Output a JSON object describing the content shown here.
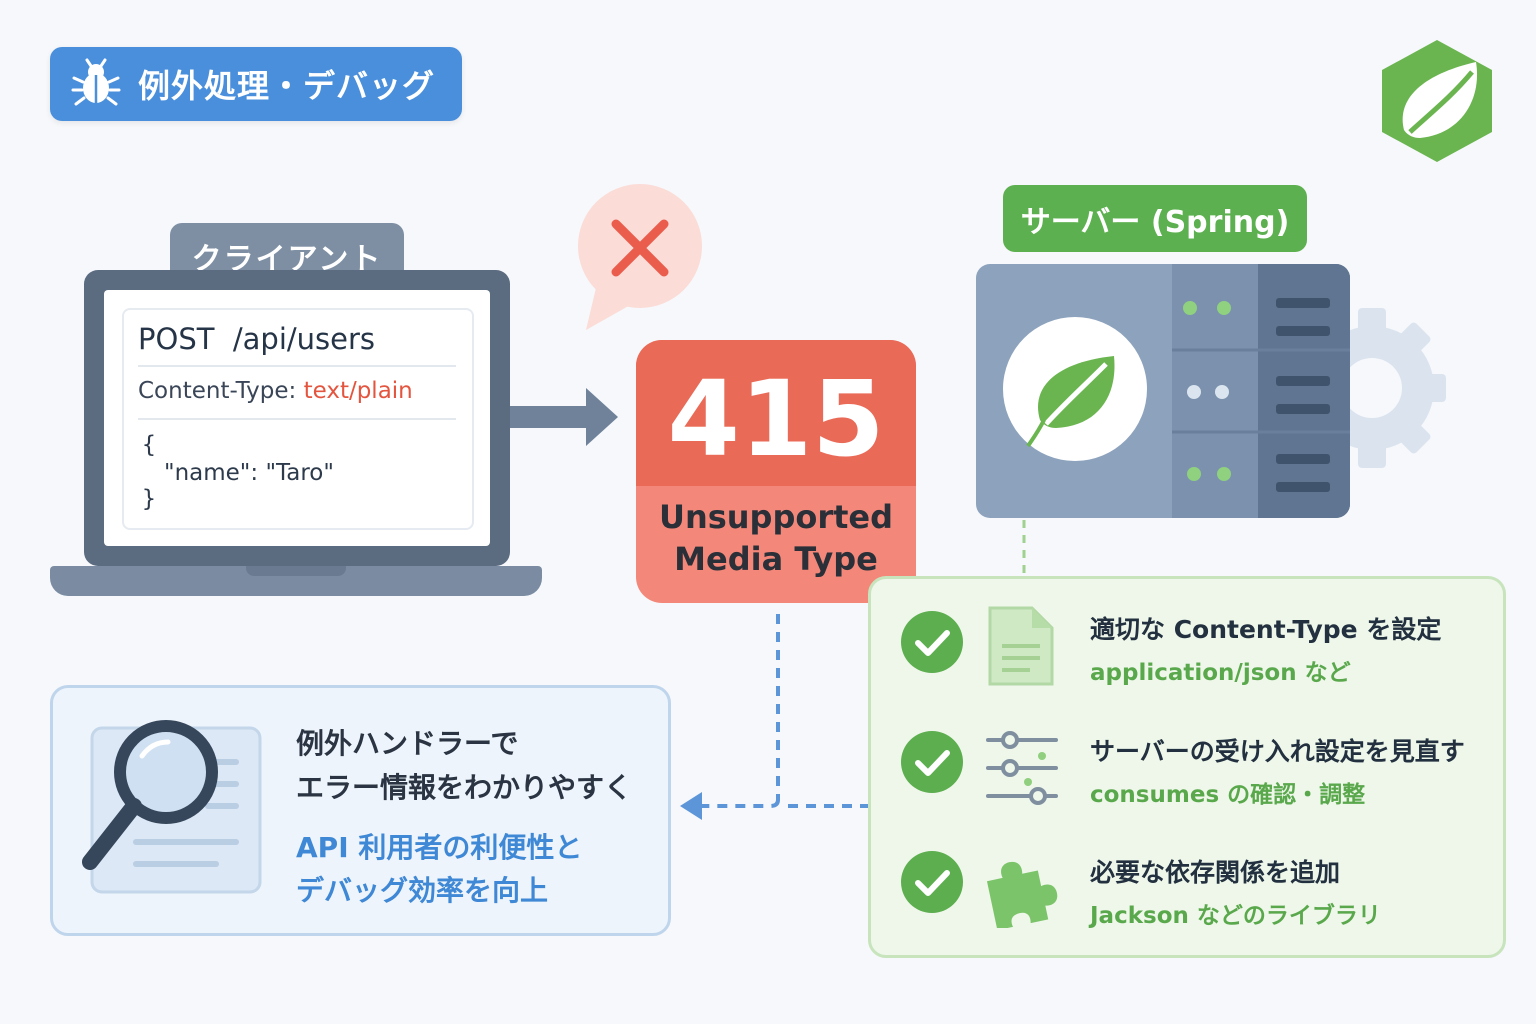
{
  "header": {
    "title": "例外処理・デバッグ",
    "icon": "bug-icon"
  },
  "colors": {
    "accent_blue": "#4a8fdc",
    "error_red": "#ea6a58",
    "spring_green": "#5db04f",
    "slate": "#5b6b80"
  },
  "client": {
    "label": "クライアント",
    "request_line": "POST  /api/users",
    "header_name": "Content-Type: ",
    "header_value": "text/plain",
    "body_open": "{",
    "body_field": "\"name\": \"Taro\"",
    "body_close": "}"
  },
  "error": {
    "code": "415",
    "line1": "Unsupported",
    "line2": "Media Type"
  },
  "server": {
    "label": "サーバー (Spring)"
  },
  "solutions": [
    {
      "title": "適切な Content-Type を設定",
      "subtitle": "application/json など",
      "icon": "document-icon"
    },
    {
      "title": "サーバーの受け入れ設定を見直す",
      "subtitle": "consumes の確認・調整",
      "icon": "sliders-icon"
    },
    {
      "title": "必要な依存関係を追加",
      "subtitle": "Jackson などのライブラリ",
      "icon": "puzzle-icon"
    }
  ],
  "handler": {
    "title_line1": "例外ハンドラーで",
    "title_line2": "エラー情報をわかりやすく",
    "sub_line1": "API 利用者の利便性と",
    "sub_line2": "デバッグ効率を向上",
    "icon": "magnifier-icon"
  }
}
